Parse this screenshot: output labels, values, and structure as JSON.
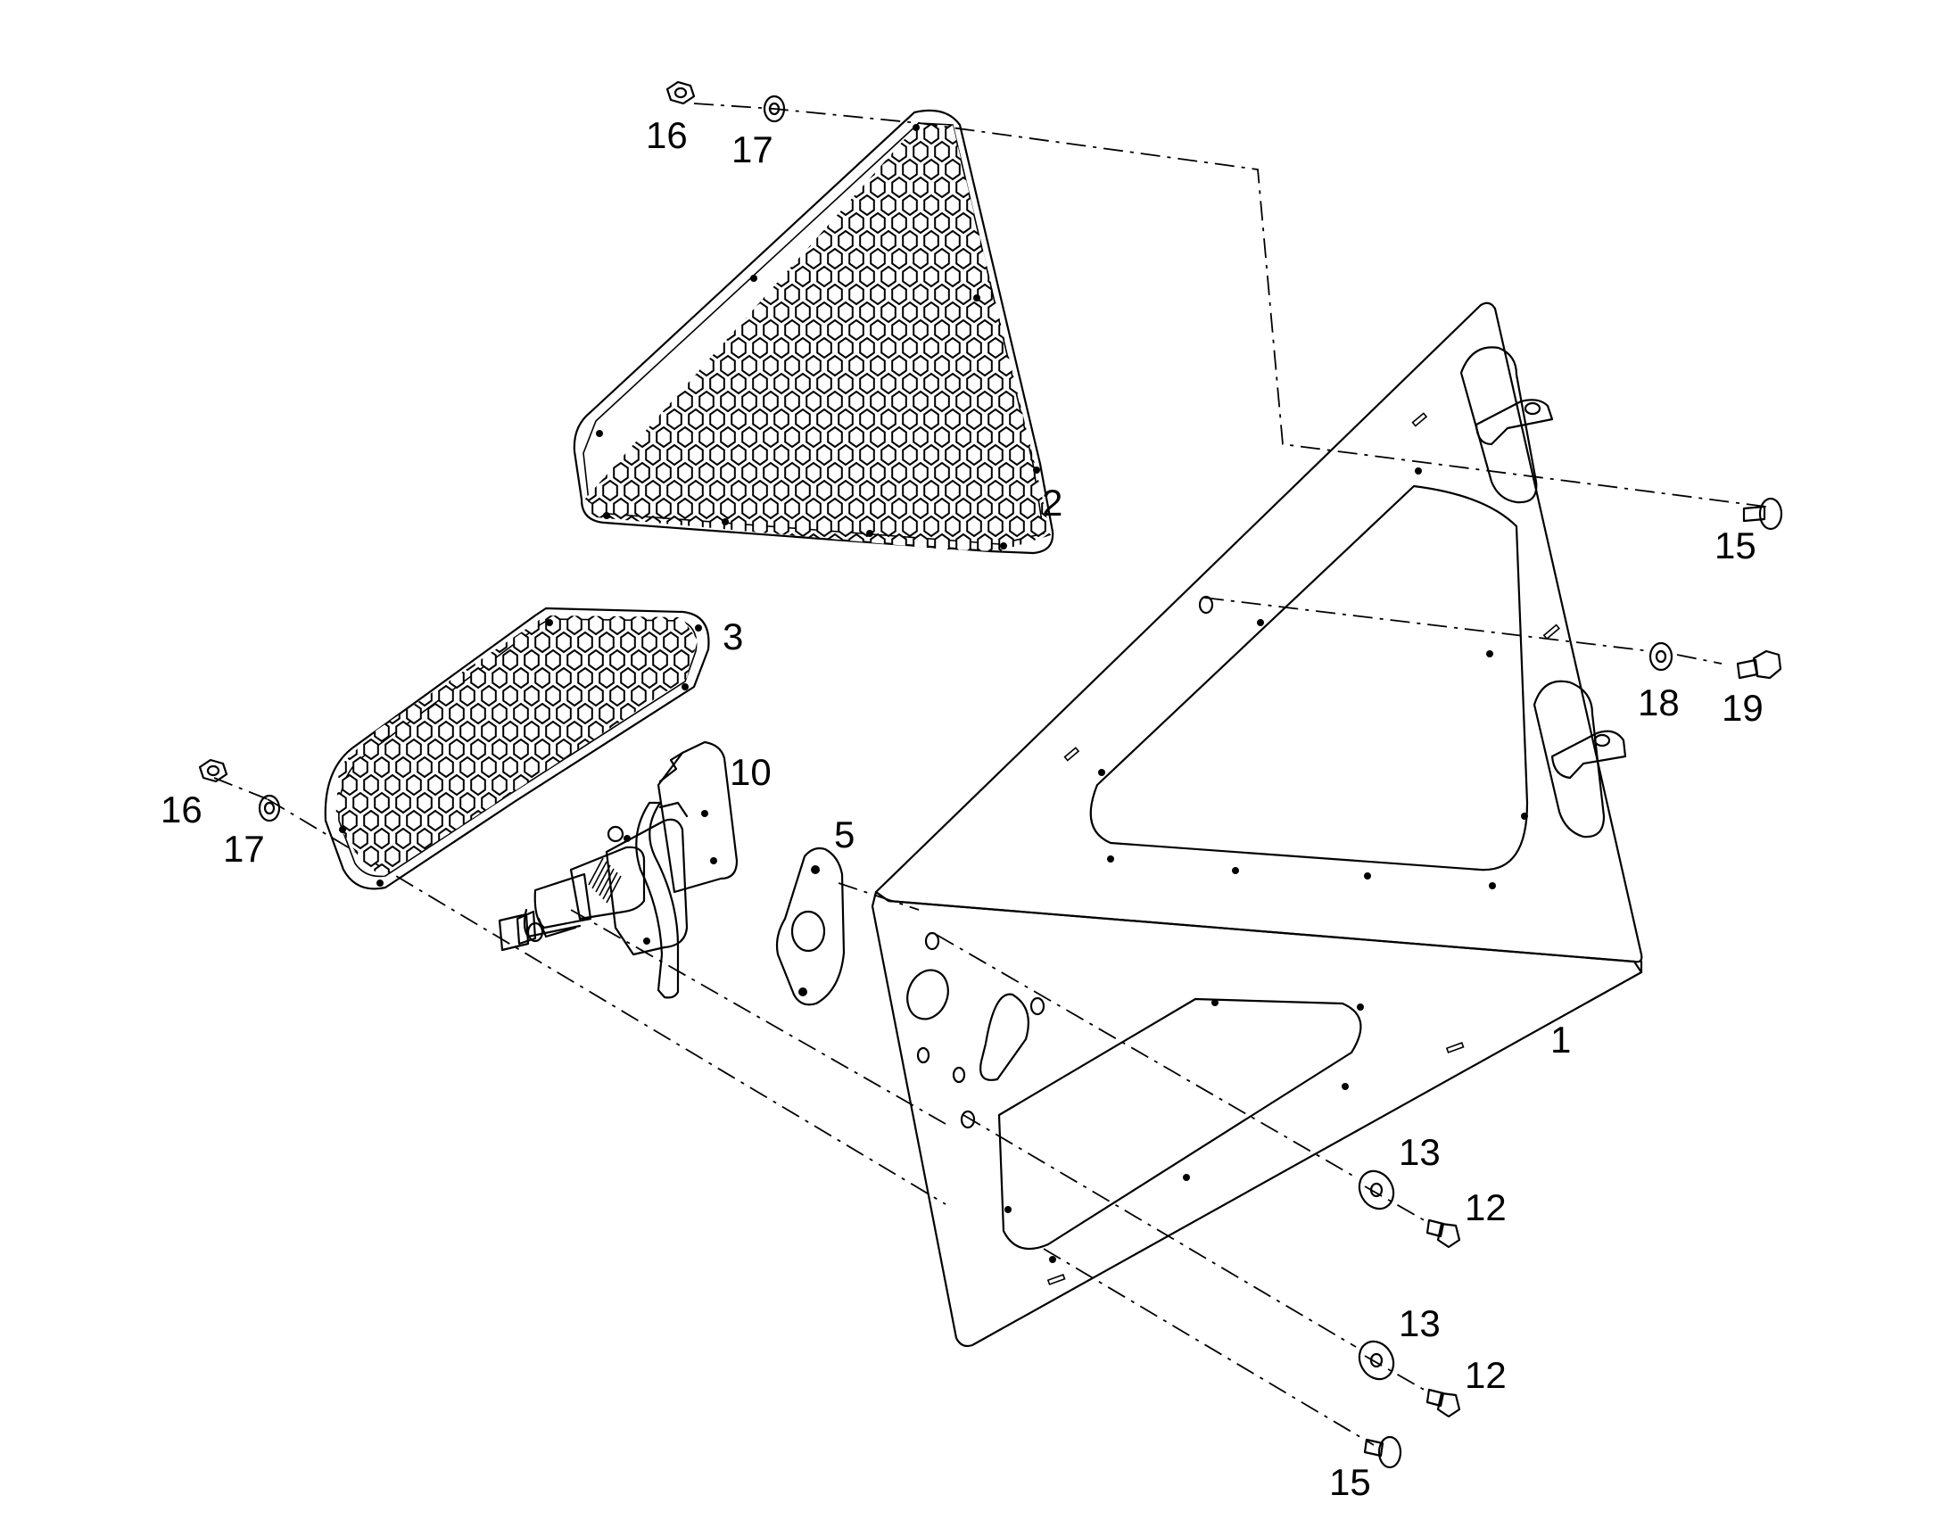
{
  "diagram": {
    "callouts": [
      {
        "id": "c1",
        "text": "1"
      },
      {
        "id": "c2",
        "text": "2"
      },
      {
        "id": "c3",
        "text": "3"
      },
      {
        "id": "c5",
        "text": "5"
      },
      {
        "id": "c10",
        "text": "10"
      },
      {
        "id": "c12a",
        "text": "12"
      },
      {
        "id": "c12b",
        "text": "12"
      },
      {
        "id": "c13a",
        "text": "13"
      },
      {
        "id": "c13b",
        "text": "13"
      },
      {
        "id": "c15a",
        "text": "15"
      },
      {
        "id": "c15b",
        "text": "15"
      },
      {
        "id": "c16a",
        "text": "16"
      },
      {
        "id": "c16b",
        "text": "16"
      },
      {
        "id": "c17a",
        "text": "17"
      },
      {
        "id": "c17b",
        "text": "17"
      },
      {
        "id": "c18",
        "text": "18"
      },
      {
        "id": "c19",
        "text": "19"
      }
    ]
  }
}
